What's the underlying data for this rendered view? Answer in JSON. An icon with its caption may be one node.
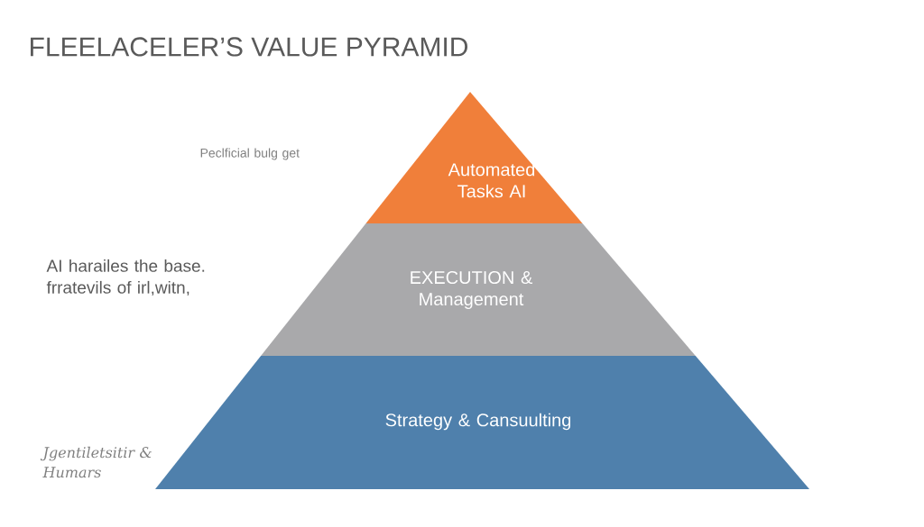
{
  "diagram": {
    "title": "FLEELACELER’S VALUE PYRAMID",
    "nodes": [
      {
        "text": [
          "Automated Tasks AI"
        ]
      },
      {
        "text": [
          "EXECUTION & Management"
        ]
      },
      {
        "text": [
          "Strategy & Cansuulting"
        ]
      }
    ],
    "labels": [
      "Peclficial bulg get",
      "AI harailes the base. frratevils of irl,witn,",
      "Jgentiletsitir & Humars"
    ]
  }
}
